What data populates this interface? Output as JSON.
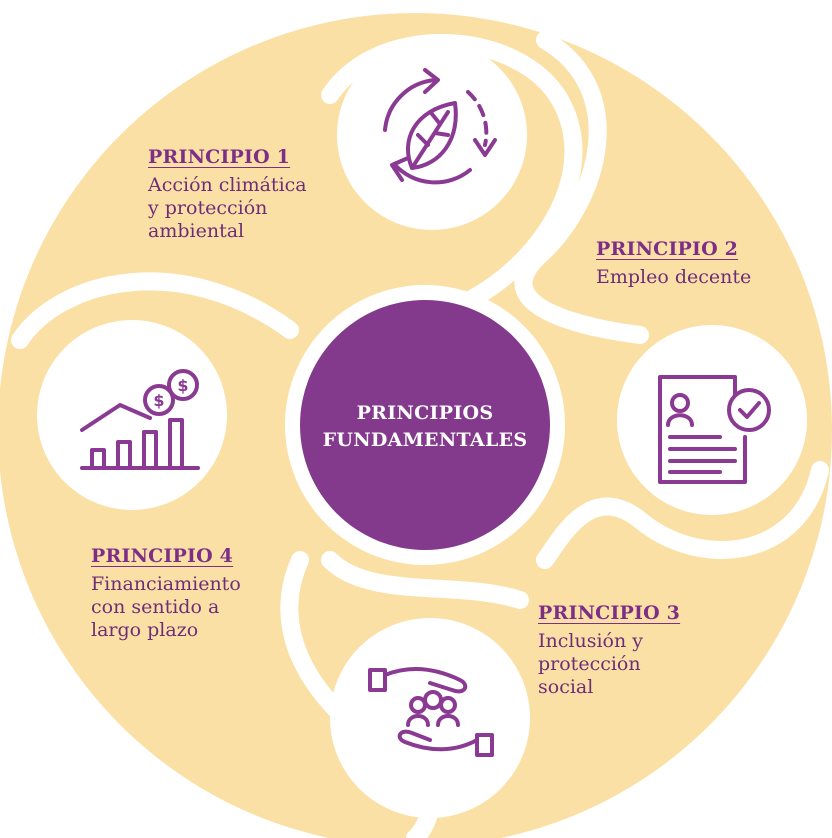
{
  "colors": {
    "background": "#ffffff",
    "ring": "#fbe0a6",
    "center": "#843a8c",
    "icon_stroke": "#8a3a92",
    "text": "#7d2f87"
  },
  "center": {
    "title": "PRINCIPIOS\nFUNDAMENTALES"
  },
  "principles": [
    {
      "title": "PRINCIPIO 1",
      "description": "Acción climática\ny protección\nambiental",
      "icon": "leaf-recycle-icon"
    },
    {
      "title": "PRINCIPIO 2",
      "description": "Empleo decente",
      "icon": "resume-check-icon"
    },
    {
      "title": "PRINCIPIO 3",
      "description": "Inclusión y\nprotección\nsocial",
      "icon": "hands-protecting-people-icon"
    },
    {
      "title": "PRINCIPIO 4",
      "description": "Financiamiento\ncon sentido a\nlargo plazo",
      "icon": "bar-chart-growth-money-icon"
    }
  ]
}
